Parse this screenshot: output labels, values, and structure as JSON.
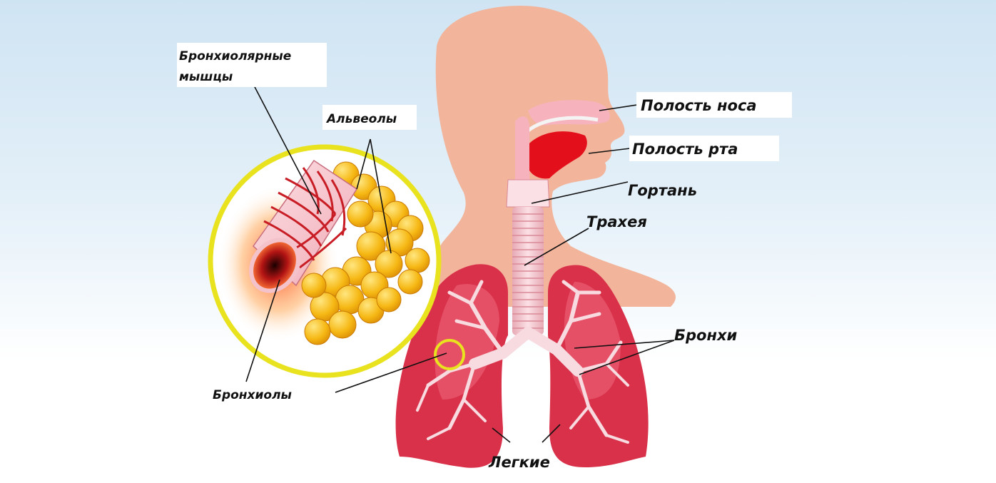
{
  "labels": {
    "bronchiolar_muscles_line1": "Бронхиолярные",
    "bronchiolar_muscles_line2": "мышцы",
    "alveoli": "Альвеолы",
    "bronchioles": "Бронхиолы",
    "nasal_cavity": "Полость носа",
    "oral_cavity": "Полость рта",
    "larynx": "Гортань",
    "trachea": "Трахея",
    "bronchi": "Бронхи",
    "lungs": "Легкие"
  },
  "colors": {
    "sky_top": "#cfe4f3",
    "sky_bottom": "#ffffff",
    "skin": "#f2b49a",
    "lung": "#d9314a",
    "lung_light": "#ee6a80",
    "mouth": "#e3101b",
    "nasal_lining": "#f7b3bd",
    "trachea": "#f3c7cf",
    "alveoli": "#f5b512",
    "magnifier_ring": "#e9e21e"
  }
}
